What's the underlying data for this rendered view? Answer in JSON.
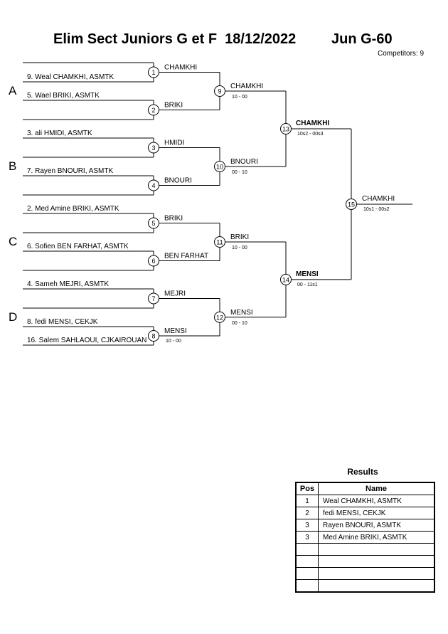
{
  "header": {
    "title": "Elim Sect Juniors G et F  18/12/2022",
    "category": "Jun G-60",
    "competitors": "Competitors: 9"
  },
  "pools": [
    "A",
    "B",
    "C",
    "D"
  ],
  "entries": [
    "9. Weal CHAMKHI, ASMTK",
    "5. Wael BRIKI, ASMTK",
    "3. ali HMIDI, ASMTK",
    "7. Rayen BNOURI, ASMTK",
    "2. Med Amine BRIKI, ASMTK",
    "6. Sofien BEN FARHAT, ASMTK",
    "4. Sameh MEJRI, ASMTK",
    "8. fedi MENSI, CEKJK",
    "16. Salem SAHLAOUI, CJKAIROUAN"
  ],
  "matches": [
    {
      "no": "1",
      "winner": "CHAMKHI",
      "score": ""
    },
    {
      "no": "2",
      "winner": "BRIKI",
      "score": ""
    },
    {
      "no": "3",
      "winner": "HMIDI",
      "score": ""
    },
    {
      "no": "4",
      "winner": "BNOURI",
      "score": ""
    },
    {
      "no": "5",
      "winner": "BRIKI",
      "score": ""
    },
    {
      "no": "6",
      "winner": "BEN FARHAT",
      "score": ""
    },
    {
      "no": "7",
      "winner": "MEJRI",
      "score": ""
    },
    {
      "no": "8",
      "winner": "MENSI",
      "score": "10 - 00"
    },
    {
      "no": "9",
      "winner": "CHAMKHI",
      "score": "10 - 00"
    },
    {
      "no": "10",
      "winner": "BNOURI",
      "score": "00 - 10"
    },
    {
      "no": "11",
      "winner": "BRIKI",
      "score": "10 - 00"
    },
    {
      "no": "12",
      "winner": "MENSI",
      "score": "00 - 10"
    },
    {
      "no": "13",
      "winner": "CHAMKHI",
      "score": "10s2 - 00s3"
    },
    {
      "no": "14",
      "winner": "MENSI",
      "score": "00 - 11s1"
    },
    {
      "no": "15",
      "winner": "CHAMKHI",
      "score": "10s1 - 00s2"
    }
  ],
  "results": {
    "title": "Results",
    "headers": {
      "pos": "Pos",
      "name": "Name"
    },
    "rows": [
      {
        "pos": "1",
        "name": "Weal CHAMKHI, ASMTK"
      },
      {
        "pos": "2",
        "name": "fedi MENSI, CEKJK"
      },
      {
        "pos": "3",
        "name": "Rayen BNOURI, ASMTK"
      },
      {
        "pos": "3",
        "name": "Med Amine BRIKI, ASMTK"
      },
      {
        "pos": "",
        "name": ""
      },
      {
        "pos": "",
        "name": ""
      },
      {
        "pos": "",
        "name": ""
      },
      {
        "pos": "",
        "name": ""
      }
    ]
  }
}
